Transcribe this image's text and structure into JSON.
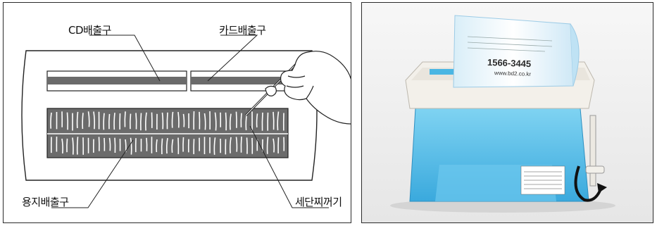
{
  "diagram": {
    "labels": {
      "cd_outlet": "CD배출구",
      "card_outlet": "카드배출구",
      "paper_outlet": "용지배출구",
      "shred_remover": "세단찌꺼기"
    },
    "colors": {
      "outline": "#222222",
      "slot_fill": "#6b6b6b",
      "paper_strip": "#ffffff"
    }
  },
  "photo": {
    "paper_text": {
      "phone": "1566-3445",
      "website": "www.bd2.co.kr"
    },
    "colors": {
      "body_blue": "#5cc4ea",
      "lid_white": "#f3f0ea",
      "accent_blue": "#3aa9dd"
    },
    "icons": [
      "rotation-arrow-icon",
      "crank-handle-icon"
    ]
  }
}
